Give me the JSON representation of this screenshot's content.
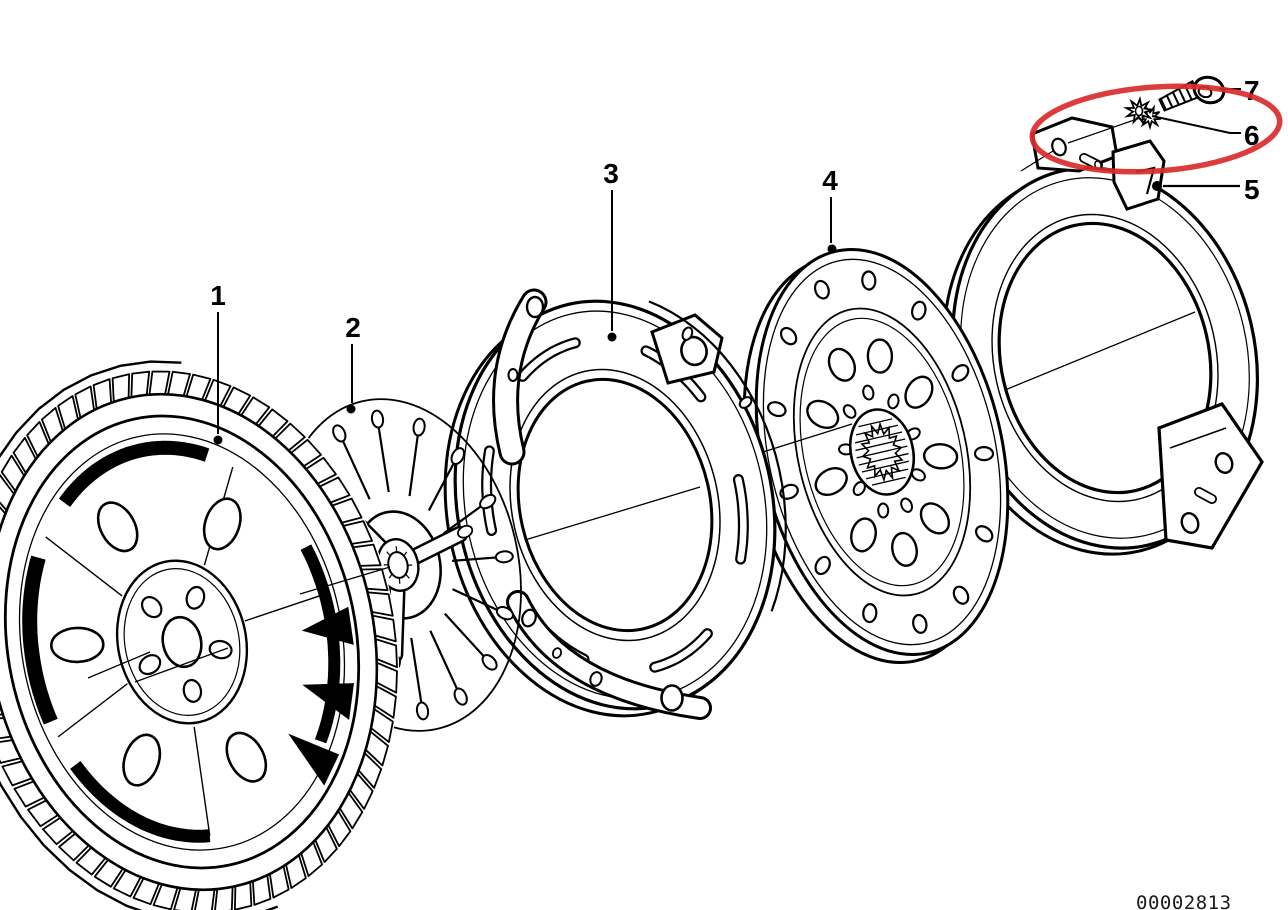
{
  "figure": {
    "callouts": [
      {
        "label": "1"
      },
      {
        "label": "2"
      },
      {
        "label": "3"
      },
      {
        "label": "4"
      },
      {
        "label": "5"
      },
      {
        "label": "6"
      },
      {
        "label": "7"
      }
    ],
    "doc_number": "00002813",
    "highlight_color": "#d92b2b",
    "line_color": "#000000",
    "background_color": "#ffffff"
  }
}
